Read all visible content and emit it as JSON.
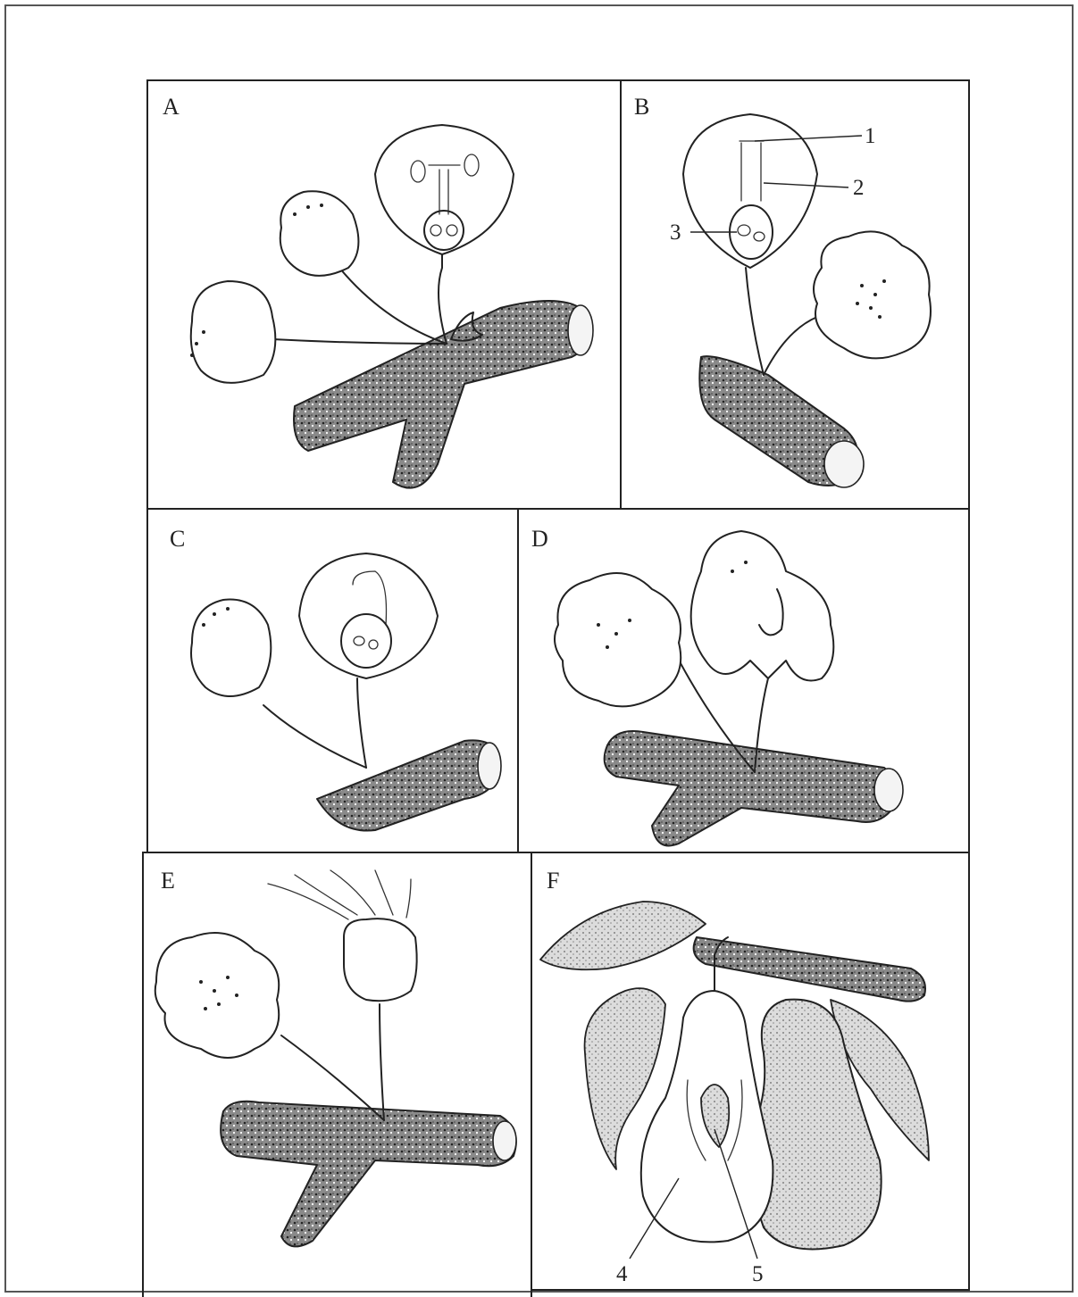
{
  "panels": [
    {
      "letter": "A"
    },
    {
      "letter": "B"
    },
    {
      "letter": "C"
    },
    {
      "letter": "D"
    },
    {
      "letter": "E"
    },
    {
      "letter": "F"
    }
  ],
  "callouts": {
    "c1": "1",
    "c2": "2",
    "c3": "3",
    "c4": "4",
    "c5": "5"
  }
}
